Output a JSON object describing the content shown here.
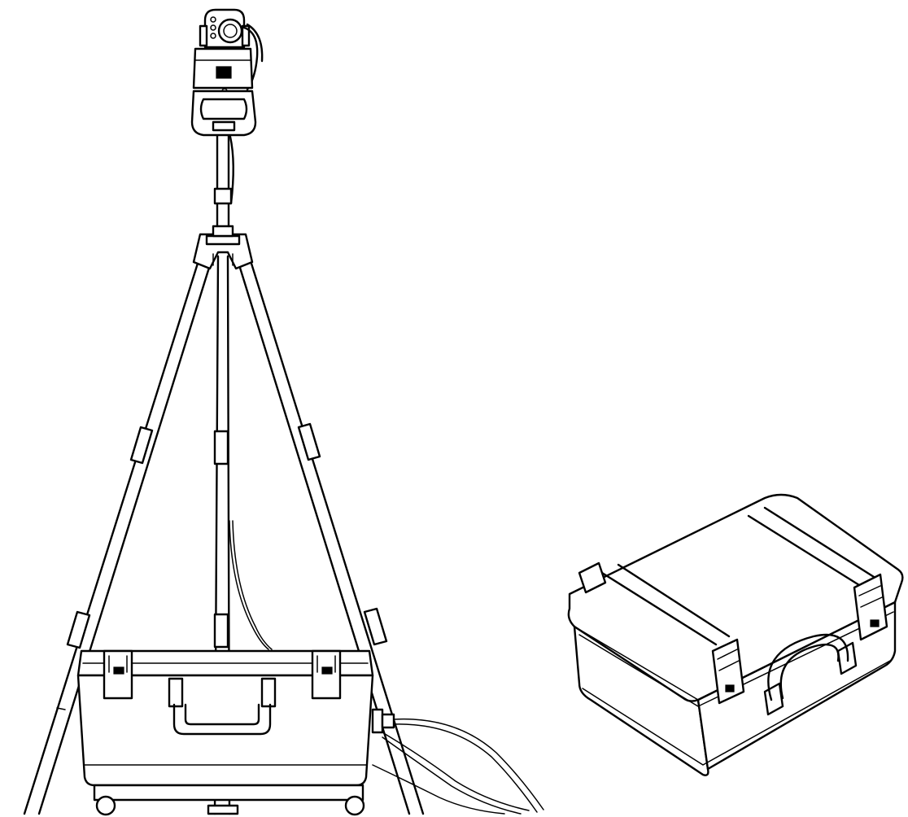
{
  "figure": {
    "background": "#ffffff",
    "line_color": "#000000",
    "style": "black line-art technical illustration",
    "components": [
      "ptz-camera",
      "mast-pole",
      "tripod",
      "transport-case",
      "cables",
      "closed-case"
    ]
  }
}
